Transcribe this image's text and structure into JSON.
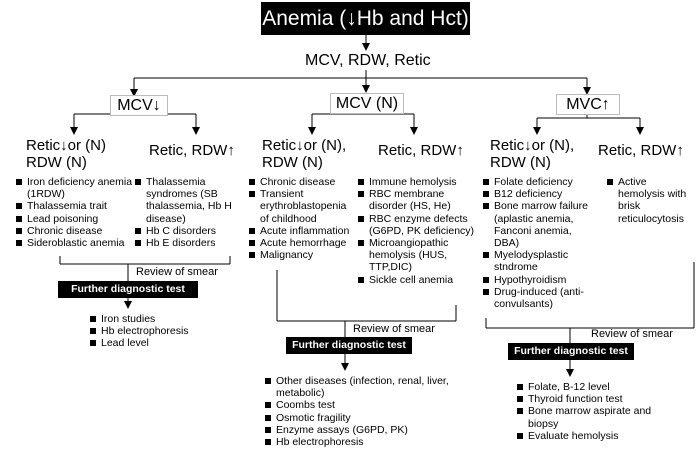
{
  "title": "Anemia (↓Hb and Hct)",
  "level1": "MCV, RDW, Retic",
  "groups": {
    "low": {
      "label": "MCV↓",
      "a": {
        "heading": "Retic↓or (N)\nRDW (N)",
        "items": [
          "Iron deficiency anemia  (1RDW)",
          "Thalassemia trait",
          "Lead poisoning",
          "Chronic disease",
          "Sideroblastic anemia"
        ]
      },
      "b": {
        "heading": "Retic, RDW↑",
        "items": [
          "Thalassemia syndromes (SB thalassemia, Hb H disease)",
          "Hb C disorders",
          "Hb E disorders"
        ]
      },
      "review": "Review of smear",
      "fdt": "Further diagnostic test",
      "tests": [
        "Iron studies",
        "Hb electrophoresis",
        "Lead level"
      ]
    },
    "normal": {
      "label": "MCV (N)",
      "a": {
        "heading": "Retic↓or (N),\nRDW (N)",
        "items": [
          "Chronic disease",
          "Transient erythroblastopenia of childhood",
          "Acute inflammation",
          "Acute hemorrhage",
          "Malignancy"
        ]
      },
      "b": {
        "heading": "Retic, RDW↑",
        "items": [
          "Immune hemolysis",
          "RBC membrane disorder (HS, He)",
          "RBC enzyme defects (G6PD, PK deficiency)",
          "Microangiopathic hemolysis (HUS, TTP,DIC)",
          "Sickle cell anemia"
        ]
      },
      "review": "Review of smear",
      "fdt": "Further diagnostic test",
      "tests": [
        "Other diseases (infection, renal, liver, metabolic)",
        "Coombs test",
        "Osmotic fragility",
        "Enzyme assays (G6PD, PK)",
        "Hb electrophoresis"
      ]
    },
    "high": {
      "label": "MVC↑",
      "a": {
        "heading": "Retic↓or (N),\nRDW (N)",
        "items": [
          "Folate deficiency",
          "B12 deficiency",
          "Bone marrow failure (aplastic anemia, Fanconi anemia, DBA)",
          "Myelodysplastic stndrome",
          "Hypothyroidism",
          "Drug-induced (anti-convulsants)"
        ]
      },
      "b": {
        "heading": "Retic, RDW↑",
        "items": [
          "Active hemolysis with brisk reticulocytosis"
        ]
      },
      "review": "Review of smear",
      "fdt": "Further diagnostic test",
      "tests": [
        "Folate, B-12 level",
        "Thyroid function test",
        "Bone marrow aspirate and biopsy",
        "Evaluate hemolysis"
      ]
    }
  }
}
